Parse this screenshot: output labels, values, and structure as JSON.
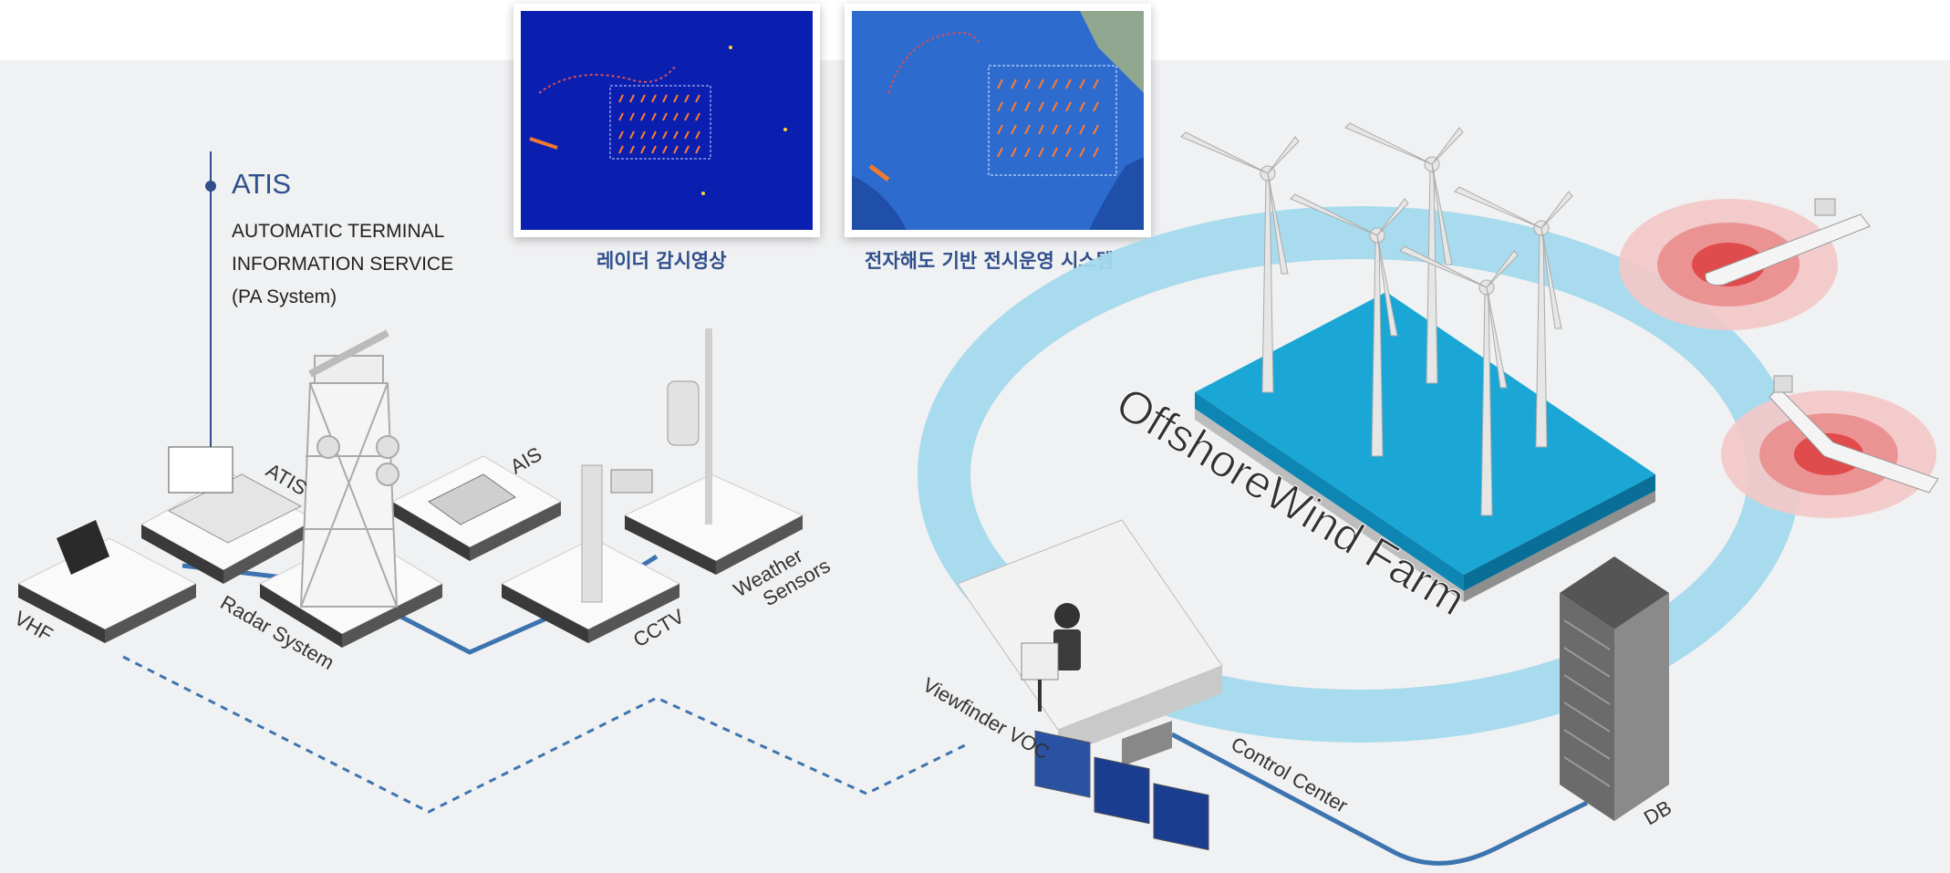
{
  "atis": {
    "title": "ATIS",
    "line1": "AUTOMATIC  TERMINAL",
    "line2": "INFORMATION SERVICE",
    "line3": "(PA System)"
  },
  "captions": {
    "radar": "레이더 감시영상",
    "ecdis": "전자해도 기반 전시운영 시스템"
  },
  "labels": {
    "vhf": "VHF",
    "atis": "ATIS",
    "radar_system": "Radar System",
    "ais": "AIS",
    "cctv": "CCTV",
    "weather_1": "Weather",
    "weather_2": "Sensors",
    "viewfinder": "Viewfinder VOC",
    "control_center": "Control Center",
    "db": "DB",
    "offshore": "OffshoreWind Farm"
  },
  "colors": {
    "accent": "#2f4f8c",
    "ring": "#a3d9ec",
    "water": "#1aa7d6",
    "link_line": "#3d74b0"
  }
}
